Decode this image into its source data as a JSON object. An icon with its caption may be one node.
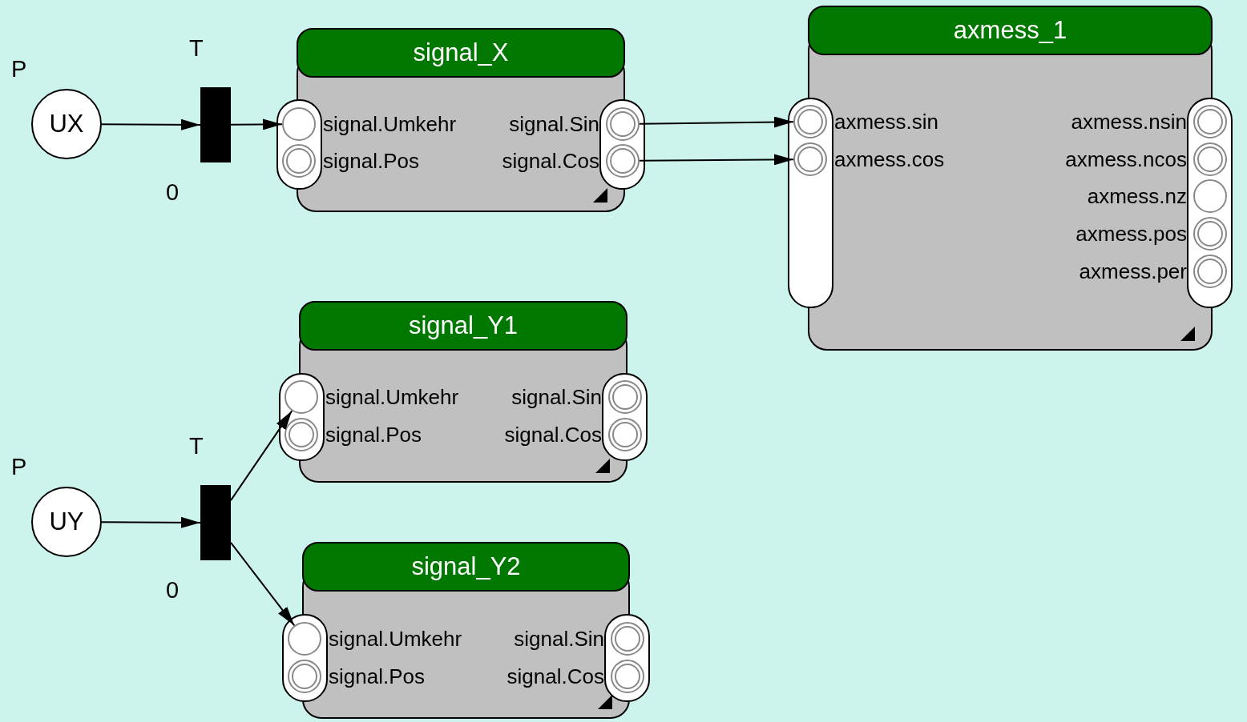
{
  "diagram": {
    "nodes": [
      {
        "text": [
          "UX"
        ],
        "beside": [
          "P"
        ]
      },
      {
        "text": [],
        "shape": "bar",
        "beside": [
          "T",
          "0"
        ]
      },
      {
        "text": [
          "signal_X"
        ]
      },
      {
        "text": [
          "signal.Umkehr"
        ],
        "in": 2
      },
      {
        "text": [
          "signal.Pos"
        ],
        "in": 2
      },
      {
        "text": [
          "signal.Sin"
        ],
        "in": 2
      },
      {
        "text": [
          "signal.Cos"
        ],
        "in": 2
      },
      {
        "text": [
          "axmess_1"
        ]
      },
      {
        "text": [
          "axmess.sin"
        ],
        "in": 7
      },
      {
        "text": [
          "axmess.cos"
        ],
        "in": 7
      },
      {
        "text": [
          "axmess.nsin"
        ],
        "in": 7
      },
      {
        "text": [
          "axmess.ncos"
        ],
        "in": 7
      },
      {
        "text": [
          "axmess.nz"
        ],
        "in": 7
      },
      {
        "text": [
          "axmess.pos"
        ],
        "in": 7
      },
      {
        "text": [
          "axmess.per"
        ],
        "in": 7
      },
      {
        "text": [
          "signal_Y1"
        ]
      },
      {
        "text": [
          "signal.Umkehr"
        ],
        "in": 15
      },
      {
        "text": [
          "signal.Pos"
        ],
        "in": 15
      },
      {
        "text": [
          "signal.Sin"
        ],
        "in": 15
      },
      {
        "text": [
          "signal.Cos"
        ],
        "in": 15
      },
      {
        "text": [
          "UY"
        ],
        "beside": [
          "P"
        ]
      },
      {
        "text": [],
        "shape": "bar",
        "beside": [
          "T",
          "0"
        ]
      },
      {
        "text": [
          "signal_Y2"
        ]
      },
      {
        "text": [
          "signal.Umkehr"
        ],
        "in": 22
      },
      {
        "text": [
          "signal.Pos"
        ],
        "in": 22
      },
      {
        "text": [
          "signal.Sin"
        ],
        "in": 22
      },
      {
        "text": [
          "signal.Cos"
        ],
        "in": 22
      }
    ],
    "edges": [
      {
        "from": 0,
        "to": 1,
        "arrow": "to"
      },
      {
        "from": 1,
        "to": 3,
        "arrow": "to"
      },
      {
        "from": 5,
        "to": 8,
        "arrow": "to"
      },
      {
        "from": 6,
        "to": 9,
        "arrow": "to"
      },
      {
        "from": 20,
        "to": 21,
        "arrow": "to"
      },
      {
        "from": 21,
        "to": 16,
        "arrow": "to"
      },
      {
        "from": 21,
        "to": 23,
        "arrow": "to"
      }
    ]
  }
}
